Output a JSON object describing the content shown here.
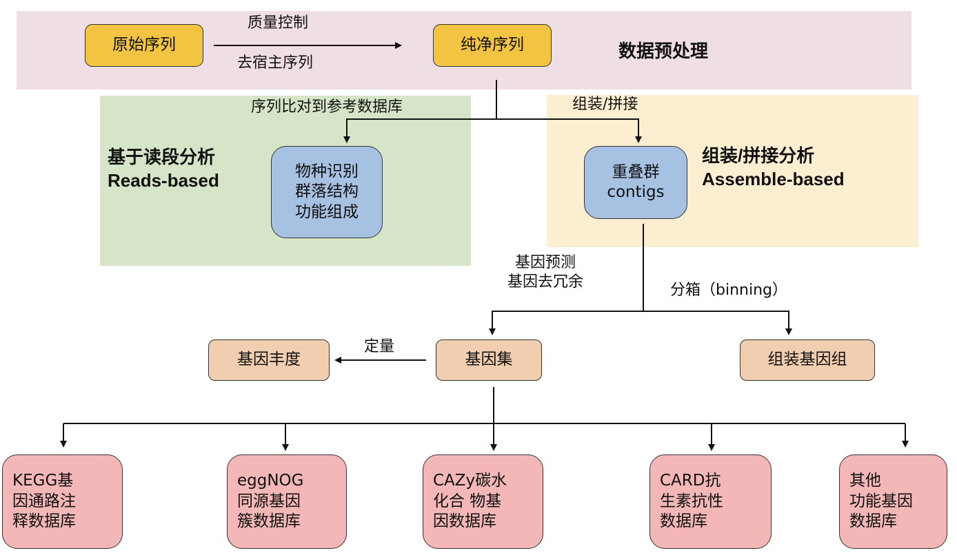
{
  "regions": {
    "preprocessing": {
      "title": "数据预处理",
      "color": "#efdfe5"
    },
    "reads_based": {
      "title": "基于读段分析\nReads-based",
      "color": "#d6e4c7"
    },
    "assemble_based": {
      "title": "组装/拼接分析\nAssemble-based",
      "color": "#fcefd1"
    }
  },
  "nodes": {
    "raw_sequences": "原始序列",
    "clean_sequences": "纯净序列",
    "reads_results": "物种识别\n群落结构\n功能组成",
    "contigs": "重叠群\ncontigs",
    "gene_abundance": "基因丰度",
    "gene_set": "基因集",
    "assembled_genome": "组装基因组",
    "databases": [
      "KEGG基\n因通路注\n释数据库",
      "eggNOG\n同源基因\n簇数据库",
      "CAZy碳水\n化合 物基\n因数据库",
      "CARD抗\n生素抗性\n数据库",
      "其他\n功能基因\n数据库"
    ]
  },
  "edges": {
    "qc_top": "质量控制",
    "qc_bottom": "去宿主序列",
    "align": "序列比对到参考数据库",
    "assemble": "组装/拼接",
    "gene_predict": "基因预测\n基因去冗余",
    "binning": "分箱（binning）",
    "quantify": "定量"
  },
  "colors": {
    "yellow_node": "#f3c342",
    "blue_node": "#a7c1e2",
    "peach_node": "#f2ceb0",
    "pink_node": "#f3b7b7",
    "line": "#111111"
  }
}
